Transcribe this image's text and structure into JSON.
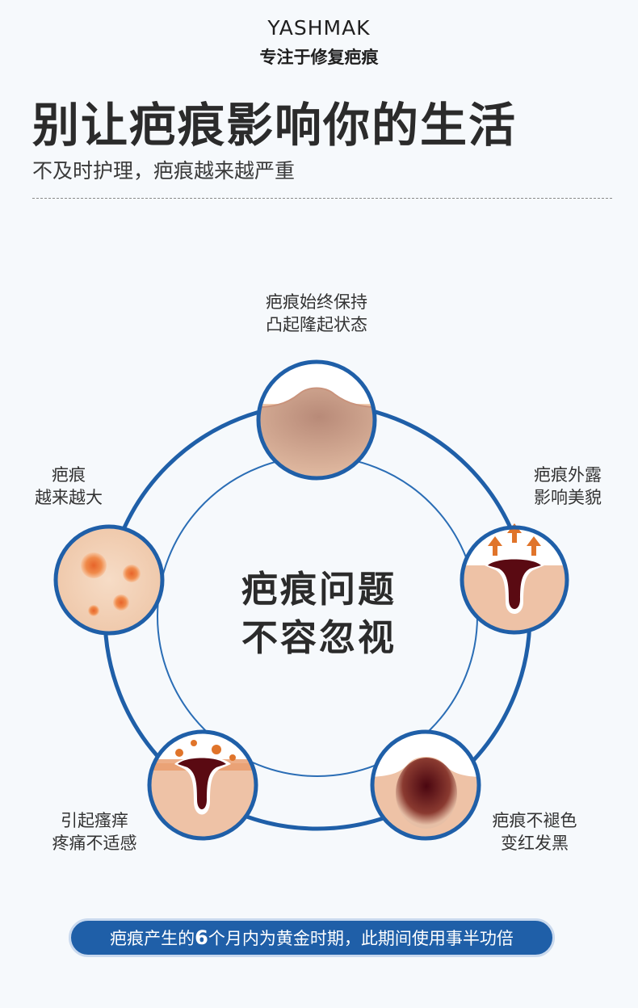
{
  "brand": "YASHMAK",
  "tagline": "专注于修复疤痕",
  "headline": "别让疤痕影响你的生活",
  "subhead": "不及时护理，疤痕越来越严重",
  "center": {
    "line1": "疤痕问题",
    "line2": "不容忽视"
  },
  "items": [
    {
      "line1": "疤痕始终保持",
      "line2": "凸起隆起状态",
      "icon": "raised-scar-icon"
    },
    {
      "line1": "疤痕外露",
      "line2": "影响美貌",
      "icon": "exposed-scar-icon"
    },
    {
      "line1": "疤痕不褪色",
      "line2": "变红发黑",
      "icon": "dark-scar-icon"
    },
    {
      "line1": "引起瘙痒",
      "line2": "疼痛不适感",
      "icon": "itchy-scar-icon"
    },
    {
      "line1": "疤痕",
      "line2": "越来越大",
      "icon": "spreading-scar-icon"
    }
  ],
  "banner": {
    "before": "疤痕产生的",
    "highlight": "6",
    "after": "个月内为黄金时期，此期间使用事半功倍"
  },
  "colors": {
    "ring": "#1f5fa8",
    "skin": "#f3d2b8",
    "scar_dark": "#5a0a12",
    "accent_orange": "#e0742a"
  }
}
